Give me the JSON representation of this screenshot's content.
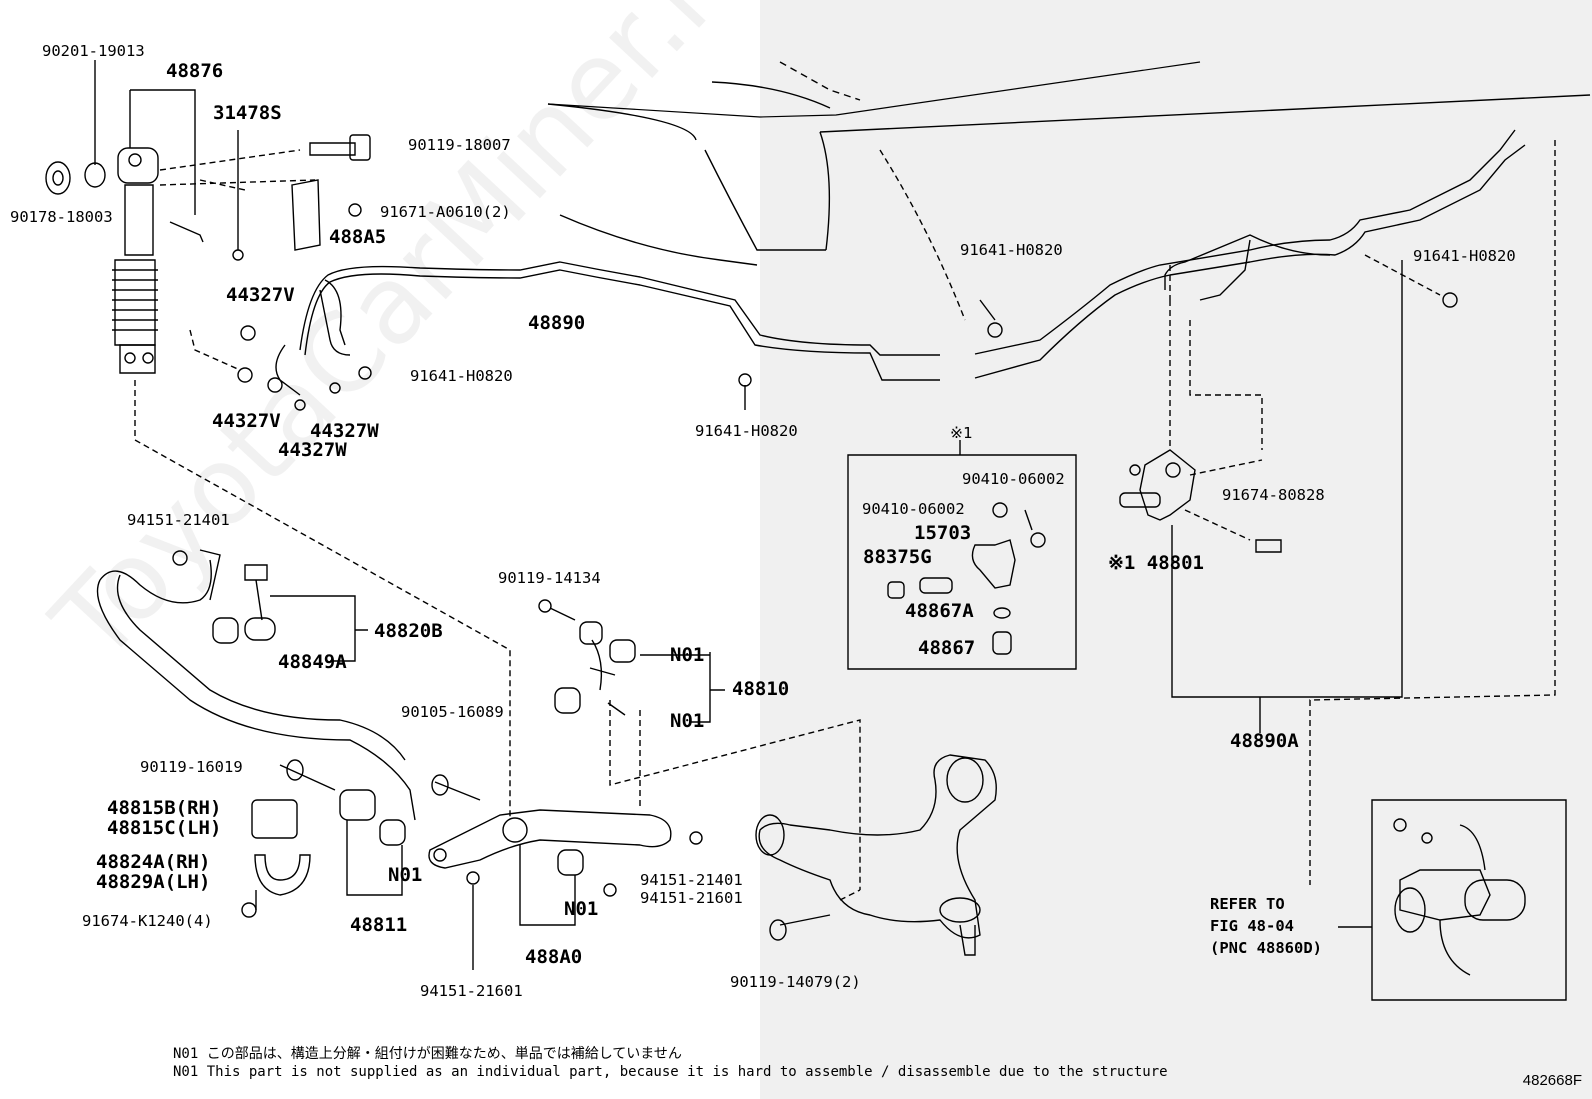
{
  "watermark": "ToyotaCarMiner.ru",
  "figure_id": "482668F",
  "parts": {
    "p90201_19013": "90201-19013",
    "p48876": "48876",
    "p31478S": "31478S",
    "p90119_18007": "90119-18007",
    "p91671_A0610": "91671-A0610(2)",
    "p488A5": "488A5",
    "p90178_18003": "90178-18003",
    "p44327V_top": "44327V",
    "p44327V_bottom": "44327V",
    "p44327W_a": "44327W",
    "p44327W_b": "44327W",
    "p48890": "48890",
    "p91641_H0820_mid": "91641-H0820",
    "p91641_H0820_low": "91641-H0820",
    "p91641_H0820_center": "91641-H0820",
    "p91641_H0820_right": "91641-H0820",
    "p94151_21401_top": "94151-21401",
    "p48820B": "48820B",
    "p48849A": "48849A",
    "p90119_14134": "90119-14134",
    "pN01_a": "N01",
    "p48810": "48810",
    "pN01_b": "N01",
    "p90105_16089": "90105-16089",
    "p90119_16019": "90119-16019",
    "p48815B": "48815B(RH)",
    "p48815C": "48815C(LH)",
    "p48824A": "48824A(RH)",
    "p48829A": "48829A(LH)",
    "p91674_K1240": "91674-K1240(4)",
    "pN01_c": "N01",
    "p48811": "48811",
    "pN01_d": "N01",
    "p488A0": "488A0",
    "p94151_21601_bottom": "94151-21601",
    "p94151_21401_mid": "94151-21401",
    "p94151_21601_mid": "94151-21601",
    "p90119_14079": "90119-14079(2)",
    "kit_marker": "※1",
    "p90410_06002_a": "90410-06002",
    "p90410_06002_b": "90410-06002",
    "p15703": "15703",
    "p88375G": "88375G",
    "p48867A": "48867A",
    "p48867": "48867",
    "p48801": "※1 48801",
    "p91674_80828": "91674-80828",
    "p48890A": "48890A",
    "refer_line1": "REFER TO",
    "refer_line2": "FIG 48-04",
    "refer_line3": "(PNC 48860D)"
  },
  "notes": {
    "jp": "N01 この部品は、構造上分解・組付けが困難なため、単品では補給していません",
    "en": "N01 This part is not supplied as an individual part, because it is hard to assemble / disassemble due to the structure"
  }
}
